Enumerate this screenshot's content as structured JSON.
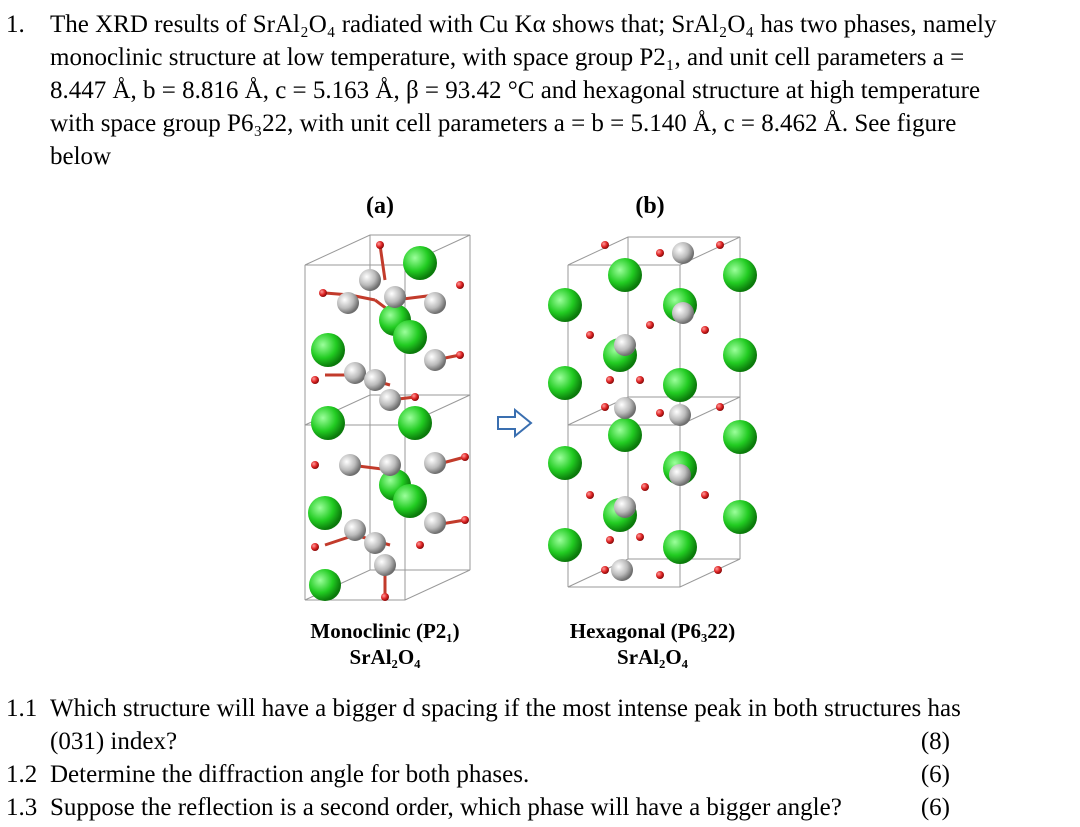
{
  "question": {
    "number": "1.",
    "line1": "The XRD results of SrAl₂O₄ radiated with Cu Kα shows that; SrAl₂O₄ has two phases, namely",
    "line2": "monoclinic structure at low temperature, with space group P2₁, and unit cell parameters a =",
    "line3": "8.447 Å, b = 8.816 Å, c = 5.163 Å, β = 93.42 °C and hexagonal structure at high temperature",
    "line4": "with space group P6₃22, with unit cell parameters a = b = 5.140 Å, c = 8.462 Å. See figure",
    "line5": "below"
  },
  "figure": {
    "label_a": "(a)",
    "label_b": "(b)",
    "caption_a_line1": "Monoclinic (P2₁)",
    "caption_a_line2": "SrAl₂O₄",
    "caption_b_line1": "Hexagonal (P6₃22)",
    "caption_b_line2": "SrAl₂O₄",
    "colors": {
      "sr": "#22cc22",
      "al": "#bbbbbb",
      "o": "#dd2222",
      "cell": "#999999",
      "arrow": "#3a6fb0"
    }
  },
  "subquestions": [
    {
      "number": "1.1",
      "text": "Which structure will have a bigger d spacing if the most intense peak in both structures has",
      "text2": "(031) index?",
      "marks": "(8)"
    },
    {
      "number": "1.2",
      "text": "Determine the diffraction angle for both phases.",
      "marks": "(6)"
    },
    {
      "number": "1.3",
      "text": "Suppose the reflection is a second order, which phase will have a bigger angle?",
      "marks": "(6)"
    }
  ]
}
